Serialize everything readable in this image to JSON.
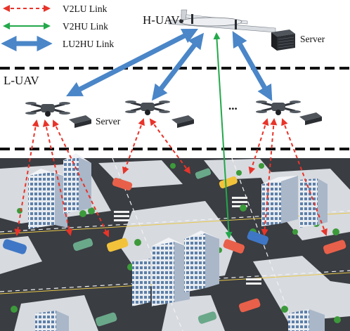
{
  "legend": {
    "v2lu": "V2LU Link",
    "v2hu": "V2HU Link",
    "lu2hu": "LU2HU Link"
  },
  "labels": {
    "h_uav": "H-UAV",
    "l_uav": "L-UAV",
    "server_top": "Server",
    "server_left": "Server",
    "ellipsis": "..."
  },
  "colors": {
    "v2lu": "#e8342a",
    "v2hu": "#23a84a",
    "lu2hu": "#4a86c8",
    "road": "#3a3d42",
    "block": "#d7dadf",
    "tree": "#3c9a3a"
  }
}
